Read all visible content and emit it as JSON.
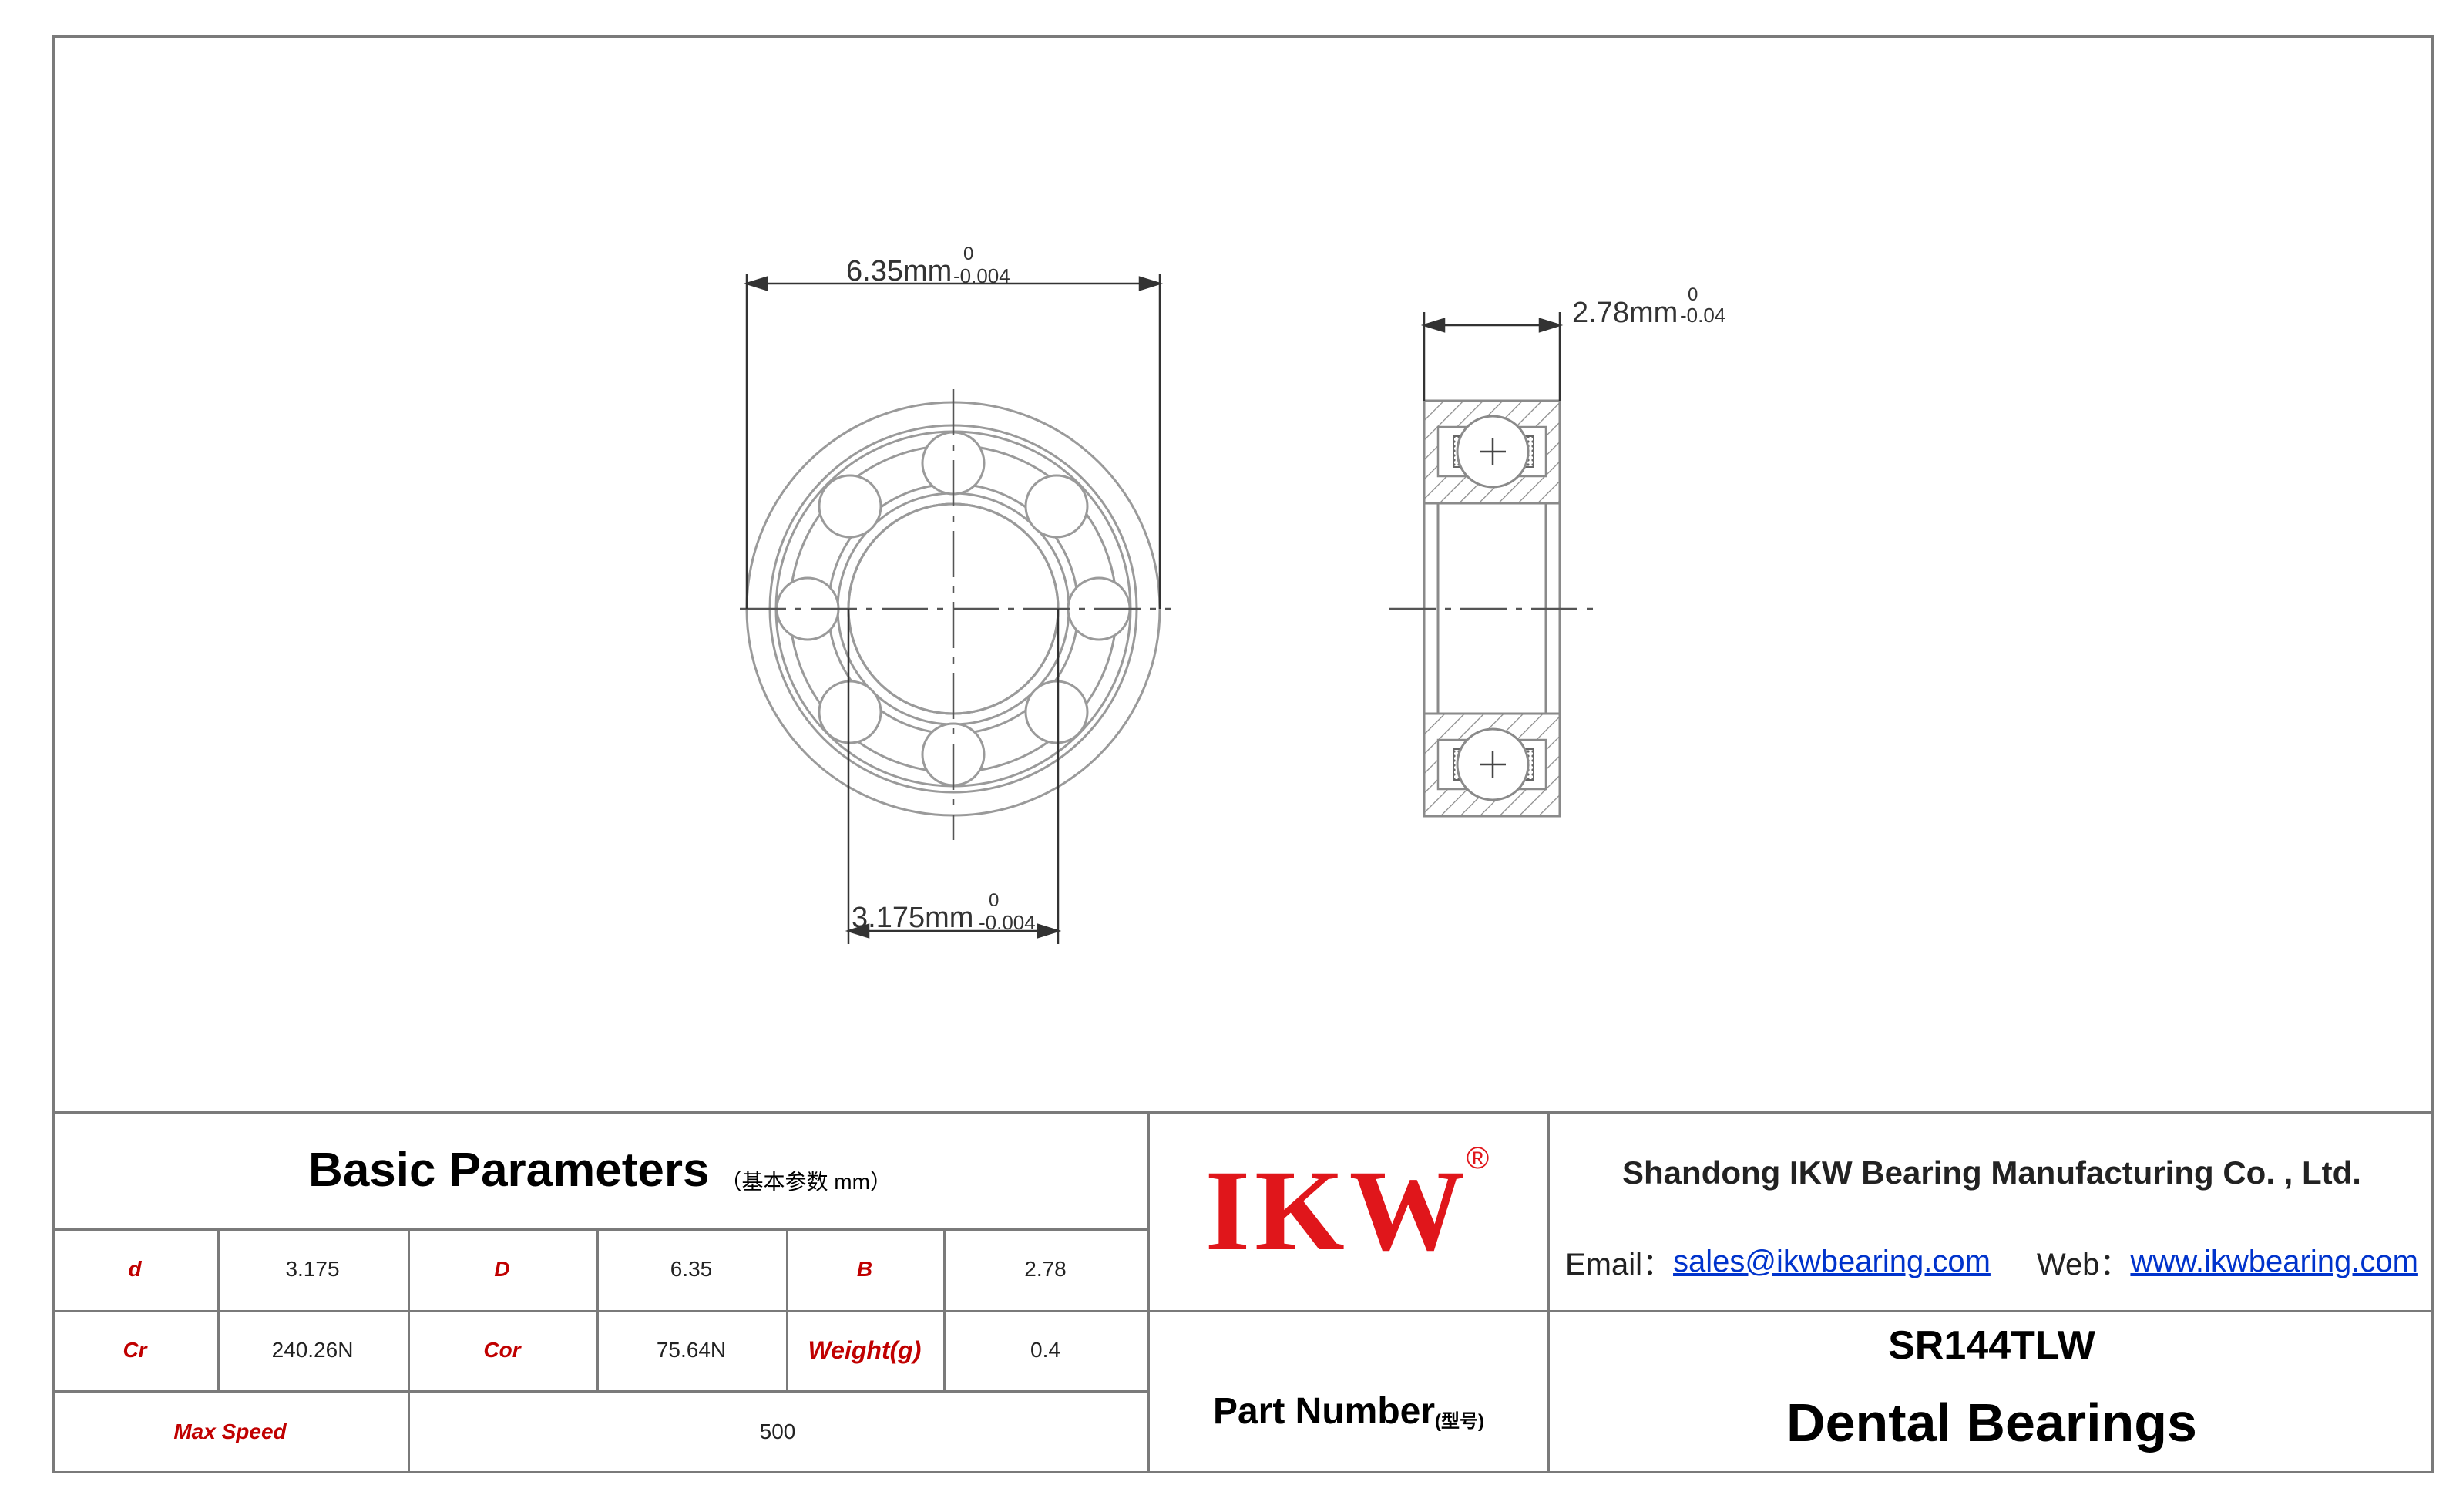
{
  "drawing": {
    "outer_diameter": {
      "value": "6.35mm",
      "tol_upper": "0",
      "tol_lower": "-0.004"
    },
    "width": {
      "value": "2.78mm",
      "tol_upper": "0",
      "tol_lower": "-0.04"
    },
    "inner_diameter": {
      "value": "3.175mm",
      "tol_upper": "0",
      "tol_lower": "-0.004"
    }
  },
  "basic_parameters": {
    "title": "Basic Parameters",
    "subtitle": "（基本参数 mm）",
    "rows": [
      [
        {
          "label": "d",
          "value": "3.175"
        },
        {
          "label": "D",
          "value": "6.35"
        },
        {
          "label": "B",
          "value": "2.78"
        }
      ],
      [
        {
          "label": "Cr",
          "value": "240.26N"
        },
        {
          "label": "Cor",
          "value": "75.64N"
        },
        {
          "label": "Weight(g)",
          "value": "0.4"
        }
      ]
    ],
    "max_speed": {
      "label": "Max Speed",
      "value": "500"
    }
  },
  "logo": {
    "text": "IKW",
    "reg": "®",
    "color": "#e0161b"
  },
  "company": {
    "name": "Shandong IKW Bearing Manufacturing Co. , Ltd.",
    "email_label": "Email：",
    "email": "sales@ikwbearing.com",
    "web_label": "Web：",
    "web": "www.ikwbearing.com"
  },
  "part": {
    "label": "Part Number",
    "label_sub": "(型号)",
    "number": "SR144TLW",
    "category": "Dental Bearings"
  },
  "colors": {
    "label_red": "#c00000",
    "link_blue": "#0033cc",
    "line_gray": "#7a7a7a"
  }
}
